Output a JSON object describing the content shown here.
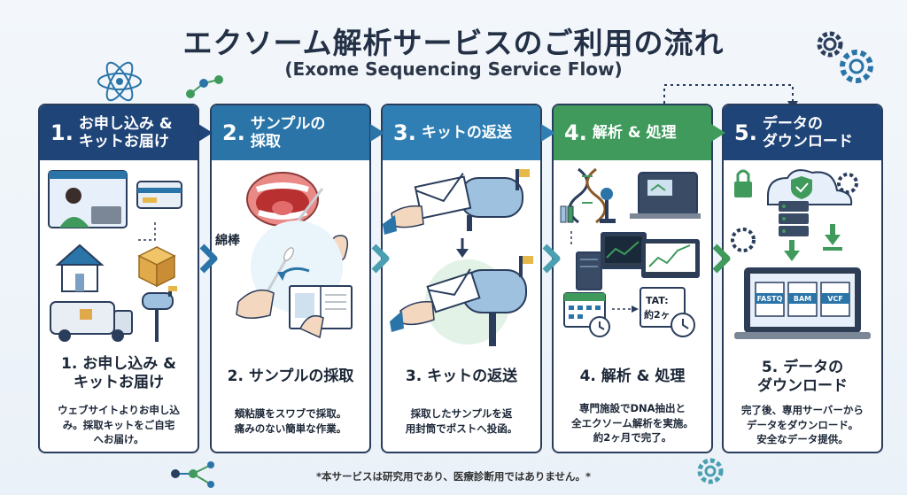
{
  "title": "エクソーム解析サービスのご利用の流れ",
  "subtitle": "(Exome Sequencing Service Flow)",
  "steps": [
    {
      "num": "1.",
      "head_l1": "お申し込み &",
      "head_l2": "キットお届け",
      "title_l1": "1. お申し込み &",
      "title_l2": "キットお届け",
      "desc_l1": "ウェブサイトよりお申し込",
      "desc_l2": "み。採取キットをご自宅",
      "desc_l3": "へお届け。"
    },
    {
      "num": "2.",
      "head_l1": "サンプルの",
      "head_l2": "採取",
      "title_l1": "2. サンプルの採取",
      "title_l2": "",
      "swab_label": "綿棒",
      "desc_l1": "頬粘膜をスワブで採取。",
      "desc_l2": "痛みのない簡単な作業。",
      "desc_l3": ""
    },
    {
      "num": "3.",
      "head_l1": "キットの返送",
      "head_l2": "",
      "title_l1": "3. キットの返送",
      "title_l2": "",
      "desc_l1": "採取したサンプルを返",
      "desc_l2": "用封筒でポストへ投函。",
      "desc_l3": ""
    },
    {
      "num": "4.",
      "head_l1": "解析 & 処理",
      "head_l2": "",
      "title_l1": "4. 解析 & 処理",
      "title_l2": "",
      "tat_l1": "TAT:",
      "tat_l2": "約2ヶ",
      "desc_l1": "専門施設でDNA抽出と",
      "desc_l2": "全エクソーム解析を実施。",
      "desc_l3": "約2ヶ月で完了。"
    },
    {
      "num": "5.",
      "head_l1": "データの",
      "head_l2": "ダウンロード",
      "title_l1": "5. データの",
      "title_l2": "ダウンロード",
      "files": [
        "FASTQ",
        "BAM",
        "VCF"
      ],
      "desc_l1": "完了後、専用サーバーから",
      "desc_l2": "データをダウンロード。",
      "desc_l3": "安全なデータ提供。"
    }
  ],
  "footnote": "*本サービスは研究用であり、医療診断用ではありません。*",
  "colors": {
    "navy": "#1f4478",
    "blue": "#2a74a8",
    "green": "#3f9a5c",
    "teal": "#4a9fb0"
  }
}
